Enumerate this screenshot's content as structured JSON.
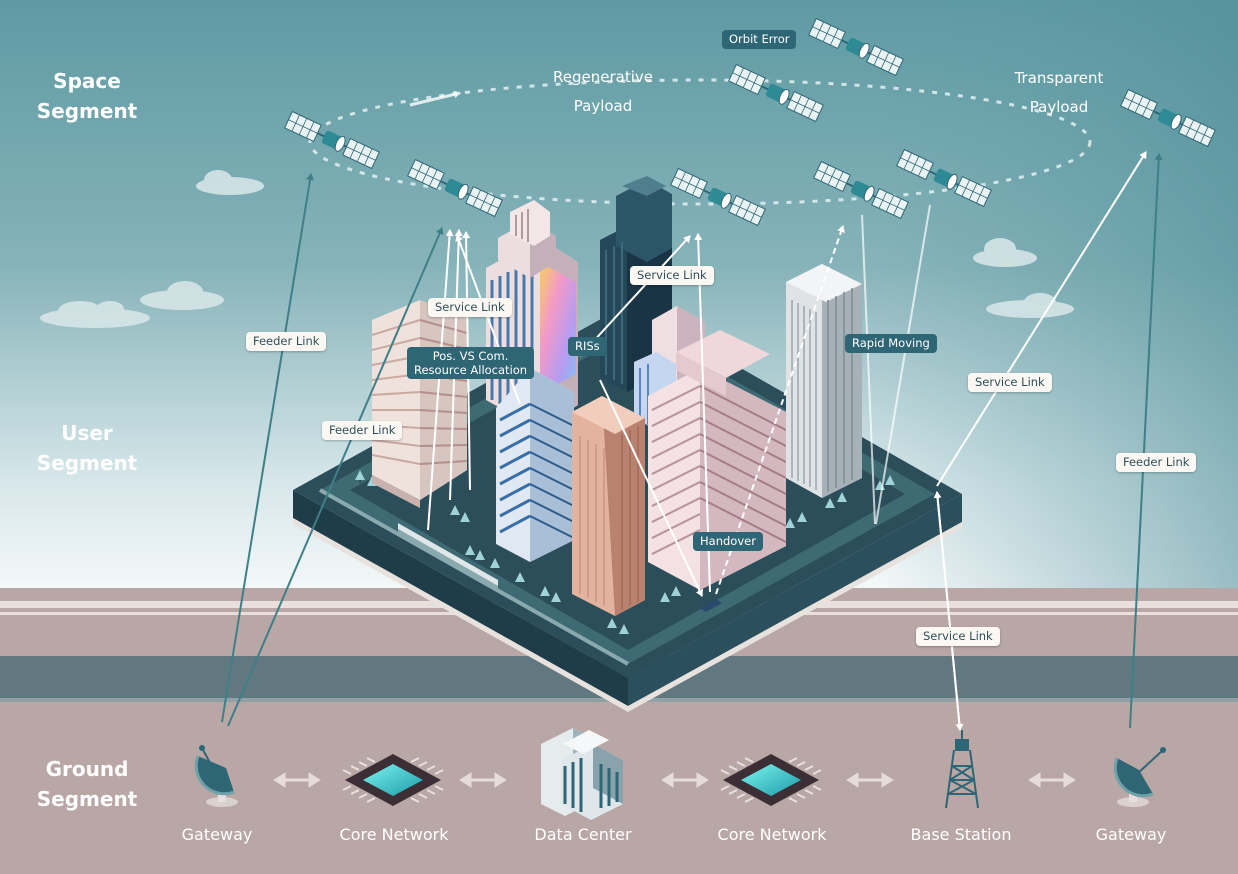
{
  "segments": {
    "space": [
      "Space",
      "Segment"
    ],
    "user": [
      "User",
      "Segment"
    ],
    "ground": [
      "Ground",
      "Segment"
    ]
  },
  "payloads": {
    "regenerative": [
      "Regenerative",
      "Payload"
    ],
    "transparent": [
      "Transparent",
      "Payload"
    ]
  },
  "tags": {
    "orbit_error": "Orbit Error",
    "service_link": "Service Link",
    "feeder_link": "Feeder Link",
    "ris": "RISs",
    "rapid_moving": "Rapid Moving",
    "handover": "Handover",
    "resource_allocation": [
      "Pos. VS Com.",
      "Resource Allocation"
    ]
  },
  "ground_nodes": [
    "Gateway",
    "Core Network",
    "Data Center",
    "Core Network",
    "Base Station",
    "Gateway"
  ],
  "colors": {
    "sky_top": "#5f9aa3",
    "sky_bottom": "#f4f8f9",
    "ground": "#b8a7a5",
    "road": "#627880",
    "platform": "#2c4d5a",
    "tag_dark": "#2f6675",
    "tag_light": "#fbf8f4"
  }
}
